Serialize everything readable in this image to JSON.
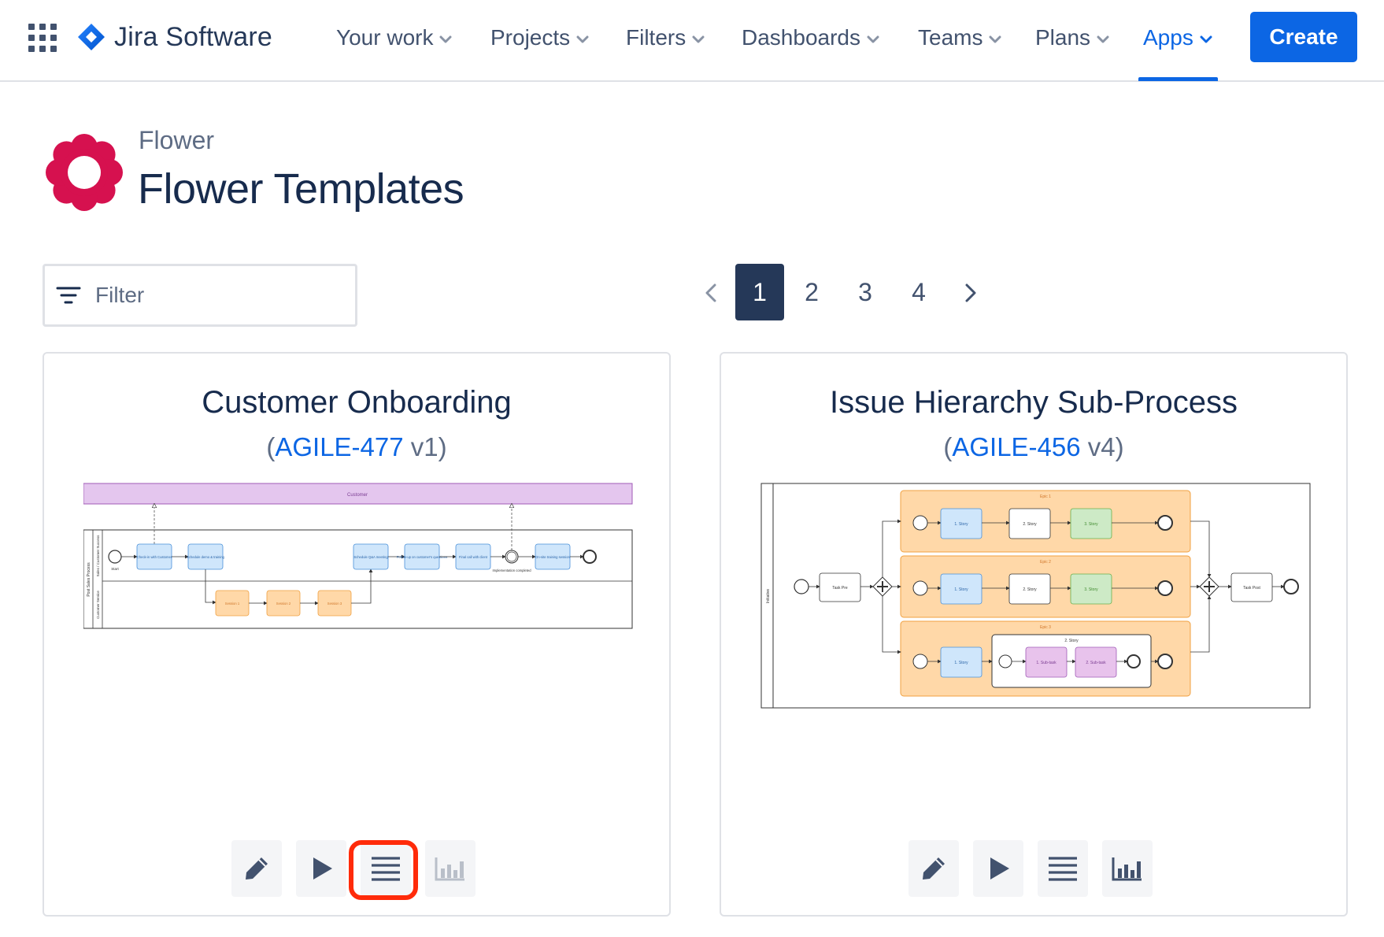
{
  "nav": {
    "product_name": "Jira Software",
    "items": [
      {
        "label": "Your work"
      },
      {
        "label": "Projects"
      },
      {
        "label": "Filters"
      },
      {
        "label": "Dashboards"
      },
      {
        "label": "Teams"
      },
      {
        "label": "Plans"
      },
      {
        "label": "Apps"
      }
    ],
    "active_item": "Apps",
    "create_label": "Create"
  },
  "header": {
    "breadcrumb": "Flower",
    "title": "Flower Templates"
  },
  "filter": {
    "placeholder": "Filter"
  },
  "pagination": {
    "pages": [
      "1",
      "2",
      "3",
      "4"
    ],
    "current": "1"
  },
  "cards": [
    {
      "title": "Customer Onboarding",
      "key": "AGILE-477",
      "version": "v1",
      "diagram": {
        "pool_label": "Customer",
        "outer_lane": "Post Sales Process",
        "lanes": [
          "Sales / Customer Success",
          "Customer Service"
        ],
        "start_label": "Start",
        "tasks": [
          "Check-in with Customer",
          "Schedule demo & training",
          "Schedule Q&A meeting",
          "Follow-up on customer's questions",
          "Final call with client",
          "On-site training session"
        ],
        "event_label": "Implementation completed",
        "sessions": [
          "Session 1",
          "Session 2",
          "Session 3"
        ]
      },
      "actions": [
        "edit",
        "run",
        "list",
        "stats"
      ],
      "highlighted_action": "list"
    },
    {
      "title": "Issue Hierarchy Sub-Process",
      "key": "AGILE-456",
      "version": "v4",
      "diagram": {
        "lane_label": "Initiative",
        "task_pre": "Task Pre",
        "task_post": "Task Post",
        "epics": [
          "Epic 1",
          "Epic 2",
          "Epic 3"
        ],
        "stories": [
          "1. Story",
          "2. Story",
          "3. Story"
        ],
        "subprocess_label": "2. Story",
        "subtasks": [
          "1. Sub-task",
          "2. Sub-task"
        ]
      },
      "actions": [
        "edit",
        "run",
        "list",
        "stats"
      ]
    }
  ],
  "colors": {
    "accent": "#0c66e4",
    "highlight": "#ff2b0a",
    "flower": "#d6114f",
    "pool": "#e4c6ee",
    "task_blue": "#cfe6fb",
    "task_orange": "#ffd8a8",
    "task_green": "#cdeac6",
    "task_purple": "#e8c3ec"
  }
}
